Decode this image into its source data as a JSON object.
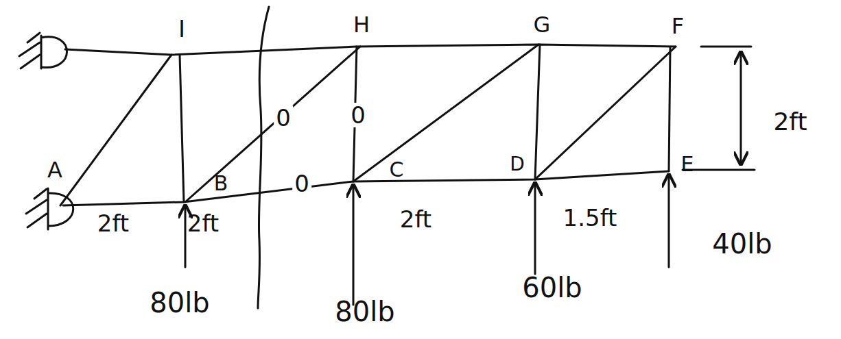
{
  "diagram": {
    "labels": [
      "I",
      "H",
      "G",
      "F",
      "A",
      "B",
      "C",
      "D",
      "E",
      "0",
      "0",
      "0",
      "2ft",
      "2ft",
      "2ft",
      "1.5ft",
      "2ft",
      "80lb",
      "80lb",
      "60lb",
      "40lb"
    ]
  }
}
